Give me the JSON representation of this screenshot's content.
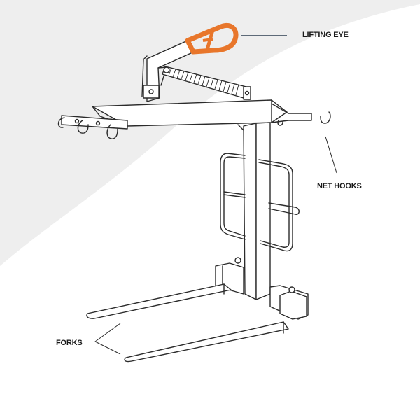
{
  "diagram": {
    "subject": "Crane pallet lifter with forks",
    "labels": {
      "lifting_eye": "LIFTING EYE",
      "net_hooks": "NET HOOKS",
      "forks": "FORKS"
    },
    "colors": {
      "background": "#ffffff",
      "background_swoosh": "#eeeeee",
      "lifting_eye": "#e8762b",
      "line": "#2b2b2b",
      "lifting_eye_leader": "#2d3e50"
    }
  }
}
